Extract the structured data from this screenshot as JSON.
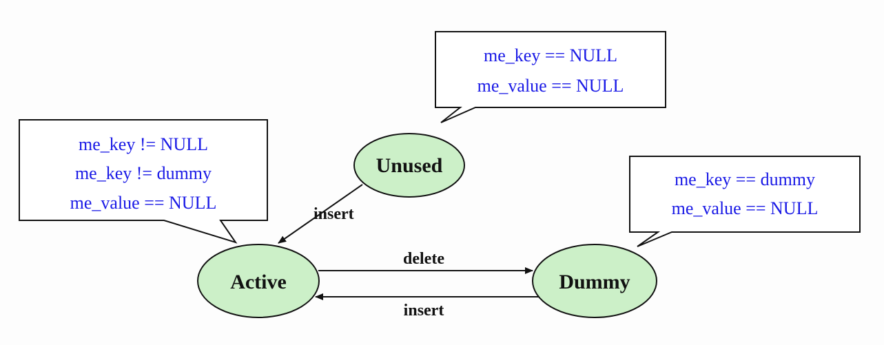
{
  "colors": {
    "node_fill": "#ccf0c8",
    "condition_text": "#1a1ae6",
    "stroke": "#111111"
  },
  "nodes": {
    "unused": "Unused",
    "active": "Active",
    "dummy": "Dummy"
  },
  "edges": {
    "unused_to_active": "insert",
    "active_to_dummy": "delete",
    "dummy_to_active": "insert"
  },
  "callouts": {
    "unused": [
      "me_key == NULL",
      "me_value == NULL"
    ],
    "active": [
      "me_key != NULL",
      "me_key != dummy",
      "me_value == NULL"
    ],
    "dummy": [
      "me_key == dummy",
      "me_value == NULL"
    ]
  }
}
